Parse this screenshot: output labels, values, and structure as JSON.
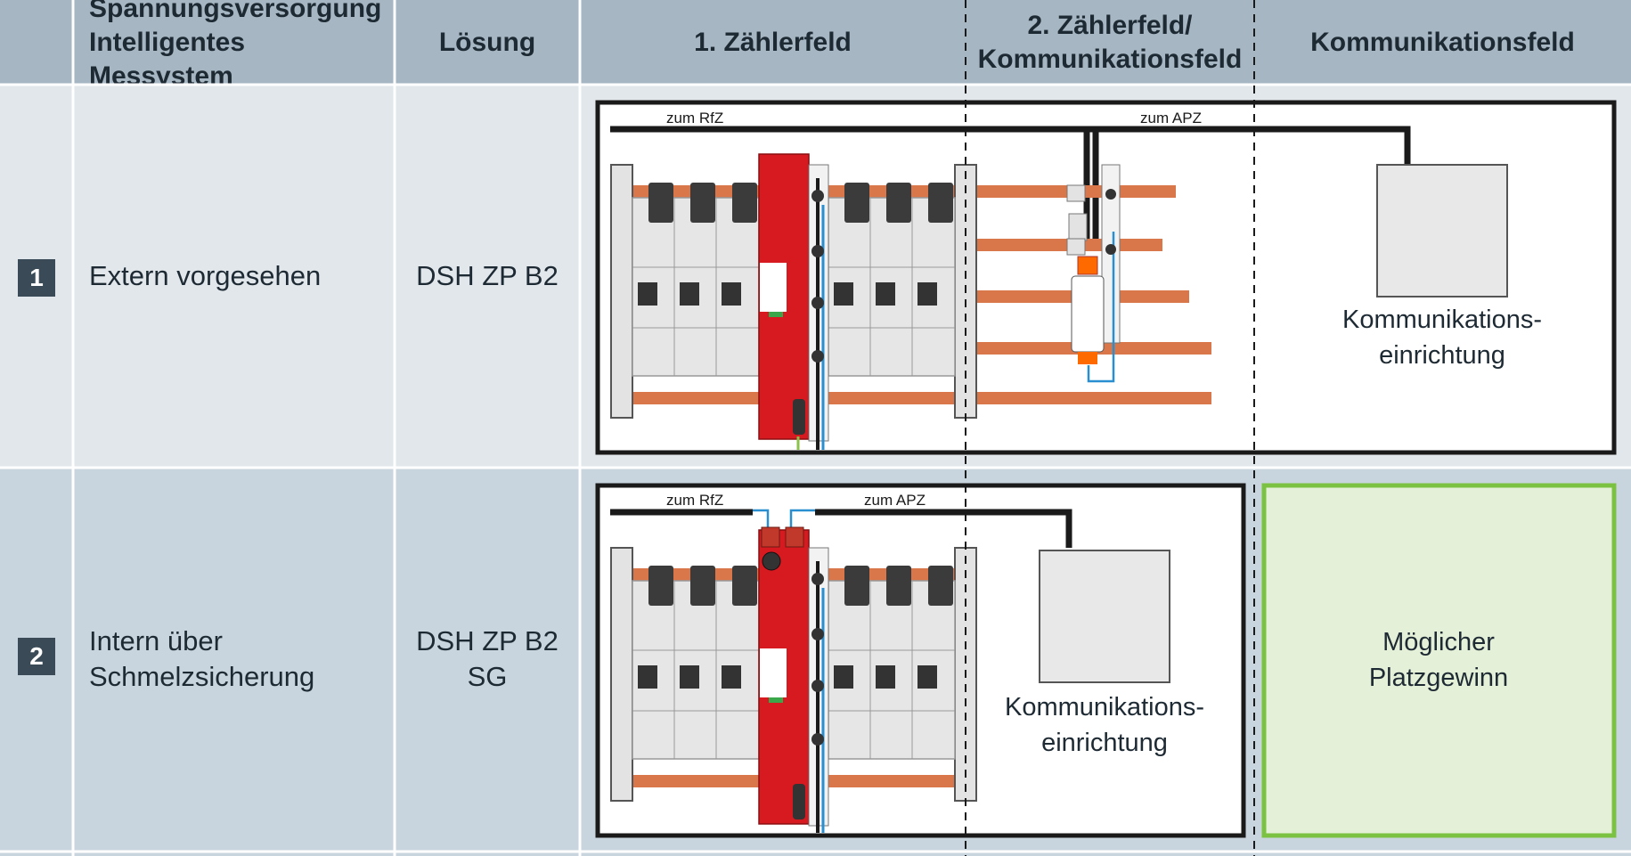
{
  "header": {
    "col_power": "Spannungsversorgung\nIntelligentes Messystem",
    "col_solution": "Lösung",
    "col_meter1": "1. Zählerfeld",
    "col_meter2": "2. Zählerfeld/\nKommunikationsfeld",
    "col_comm": "Kommunikationsfeld"
  },
  "rows": [
    {
      "number": "1",
      "supply": "Extern vorgesehen",
      "solution": "DSH ZP B2",
      "wire_rfz": "zum RfZ",
      "wire_apz": "zum APZ",
      "comm_label": "Kommunikations-\neinrichtung"
    },
    {
      "number": "2",
      "supply": "Intern über\nSchmelzsicherung",
      "solution": "DSH ZP B2 SG",
      "wire_rfz": "zum RfZ",
      "wire_apz": "zum APZ",
      "comm_label": "Kommunikations-\neinrichtung",
      "gain_label": "Möglicher\nPlatzgewinn"
    }
  ],
  "colors": {
    "header_bg": "#a6b6c3",
    "row1_bg": "#e1e7eb",
    "row2_bg": "#c9d5de",
    "badge_bg": "#3a4b57",
    "device_red": "#d71920",
    "busbar_orange": "#d9774a",
    "wire_blue": "#2a8fd0",
    "gain_green": "#7cc242",
    "gain_fill": "#e4f0d8"
  }
}
